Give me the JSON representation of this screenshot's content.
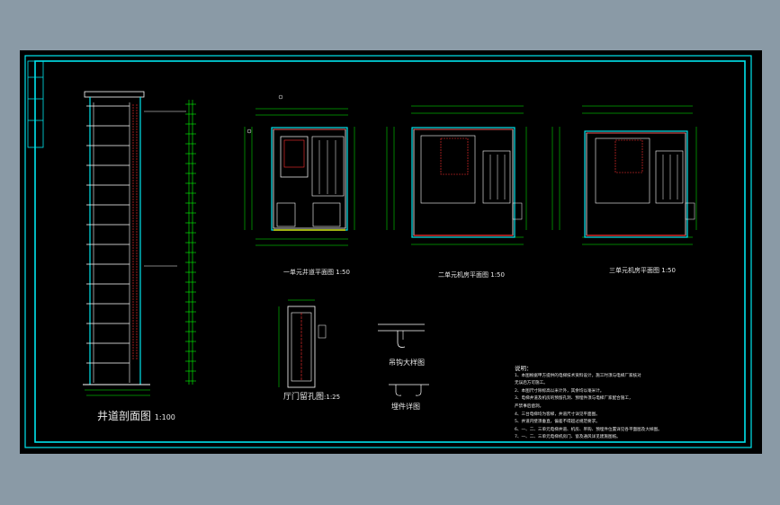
{
  "drawings": {
    "shaft_section": {
      "title": "井道剖面图",
      "scale": "1:100"
    },
    "plan1": {
      "title": "一单元井道平面图",
      "scale": "1:50"
    },
    "plan2": {
      "title": "二单元机房平面图",
      "scale": "1:50"
    },
    "plan3": {
      "title": "三单元机房平面图",
      "scale": "1:50"
    },
    "door_detail": {
      "title": "厅门留孔图",
      "scale": "1:25"
    },
    "hook_detail": {
      "title": "吊钩大样图"
    },
    "embed_detail": {
      "title": "埋件详图"
    }
  },
  "notes": {
    "heading": "说明：",
    "items": [
      "1、本图根据甲方提供的电梯技术资料设计，施工时须与电梯厂家核对",
      "   无误后方可施工。",
      "2、本图尺寸除标高以米计外，其余均以毫米计。",
      "3、电梯井道及机房的预留孔洞、预埋件须与电梯厂家配合施工，",
      "   严禁事后凿洞。",
      "4、三台电梯均为客梯，井道尺寸详见平面图。",
      "5、井道内壁须垂直，偏差不得超过规范要求。",
      "6、一、二、三单元电梯井道、机房、吊钩、预埋件位置详见各平面图及大样图。",
      "7、一、二、三单元电梯机房门、窗及通风详见建施图纸。"
    ]
  },
  "colors": {
    "frame": "#00e5ee",
    "line": "#ffffff",
    "wall": "#00ff00",
    "accent": "#ff3030",
    "dim": "#00ff00",
    "text": "#e8e8e8"
  }
}
